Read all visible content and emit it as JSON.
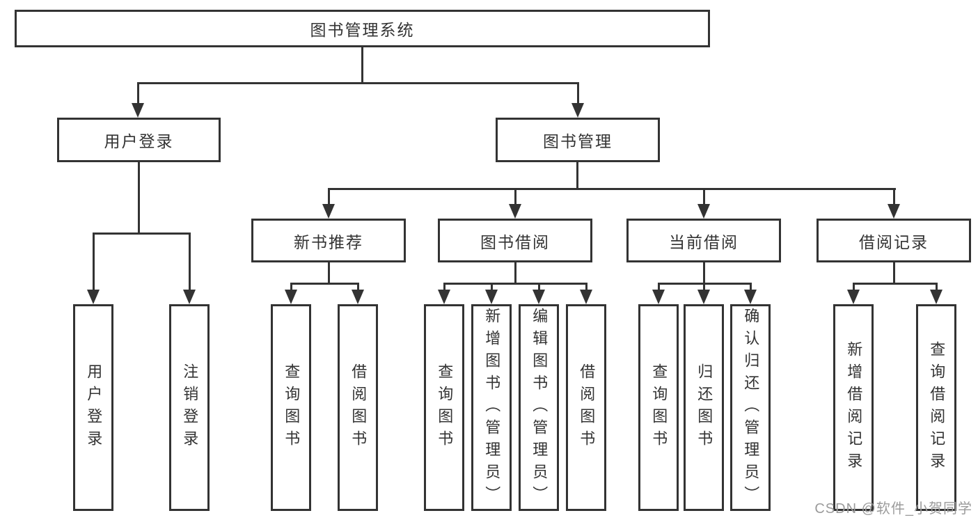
{
  "diagram": {
    "title": "图书管理系统",
    "level2": [
      "用户登录",
      "图书管理"
    ],
    "level3": [
      "新书推荐",
      "图书借阅",
      "当前借阅",
      "借阅记录"
    ],
    "leaves": {
      "user_login": [
        "用户登录",
        "注销登录"
      ],
      "new_book_recommend": [
        "查询图书",
        "借阅图书"
      ],
      "book_borrow": [
        "查询图书",
        "新增图书（管理员）",
        "编辑图书（管理员）",
        "借阅图书"
      ],
      "current_borrow": [
        "查询图书",
        "归还图书",
        "确认归还（管理员）"
      ],
      "borrow_record": [
        "新增借阅记录",
        "查询借阅记录"
      ]
    }
  },
  "watermark": {
    "text": "CSDN @软件_小贺同学"
  },
  "colors": {
    "line": "#333333",
    "text": "#333333",
    "watermark": "#9b9b9b",
    "background": "#ffffff"
  }
}
